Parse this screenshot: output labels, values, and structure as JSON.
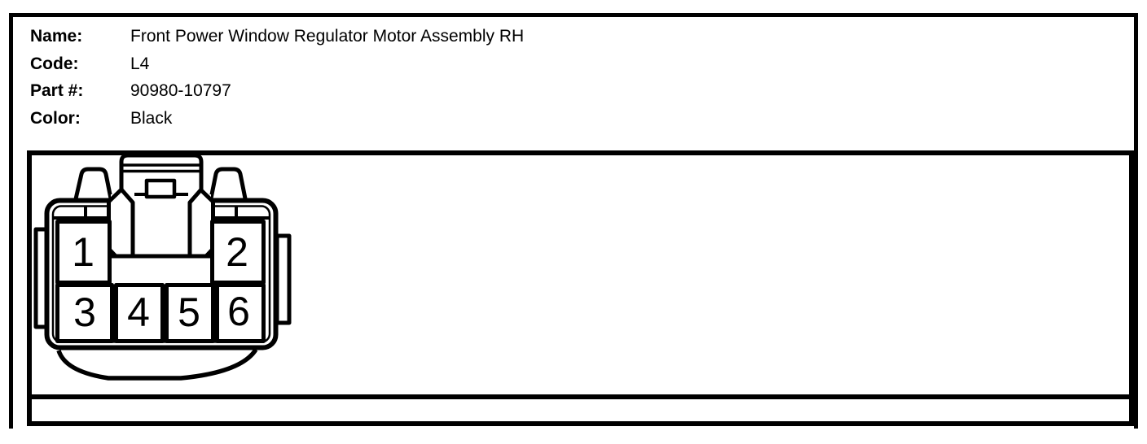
{
  "page": {
    "background": "#ffffff",
    "line_color": "#000000"
  },
  "header": {
    "fields": [
      {
        "label": "Name:",
        "value": "Front Power Window Regulator Motor Assembly RH"
      },
      {
        "label": "Code:",
        "value": "L4"
      },
      {
        "label": "Part #:",
        "value": "90980-10797"
      },
      {
        "label": "Color:",
        "value": "Black"
      }
    ]
  },
  "connector": {
    "drawing": "connector-front-view-6-pin",
    "rows": [
      [
        "1",
        "2"
      ],
      [
        "3",
        "4",
        "5",
        "6"
      ]
    ],
    "pins": [
      {
        "label": "1"
      },
      {
        "label": "2"
      },
      {
        "label": "3"
      },
      {
        "label": "4"
      },
      {
        "label": "5"
      },
      {
        "label": "6"
      }
    ]
  }
}
